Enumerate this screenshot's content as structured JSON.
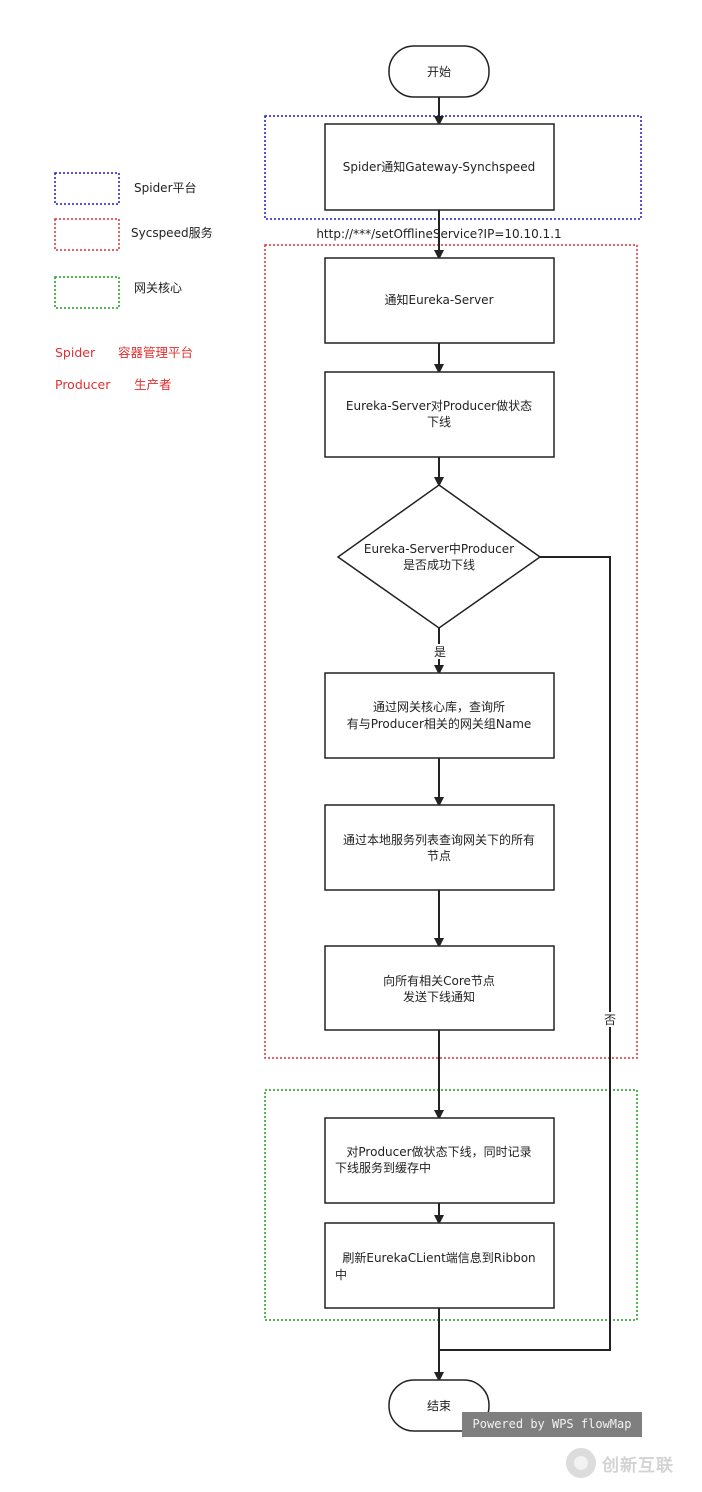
{
  "legend": {
    "spider_platform": "Spider平台",
    "sycspeed_service": "Sycspeed服务",
    "gateway_core": "网关核心",
    "spider_term": "Spider",
    "spider_desc": "容器管理平台",
    "producer_term": "Producer",
    "producer_desc": "生产者"
  },
  "flow": {
    "start": "开始",
    "end": "结束",
    "step_notify_gateway": "Spider通知Gateway-Synchspeed",
    "url_label": "http://***/setOfflineService?IP=10.10.1.1",
    "step_notify_eureka": "通知Eureka-Server",
    "step_eureka_offline_1": "Eureka-Server对Producer做状态",
    "step_eureka_offline_2": "下线",
    "decision_1": "Eureka-Server中Producer",
    "decision_2": "是否成功下线",
    "yes_label": "是",
    "no_label": "否",
    "step_query_groups_1": "通过网关核心库，查询所",
    "step_query_groups_2": "有与Producer相关的网关组Name",
    "step_query_nodes_1": "通过本地服务列表查询网关下的所有",
    "step_query_nodes_2": "节点",
    "step_send_notice_1": "向所有相关Core节点",
    "step_send_notice_2": "发送下线通知",
    "step_record_cache_1": "对Producer做状态下线，同时记录",
    "step_record_cache_2": "下线服务到缓存中",
    "step_refresh_ribbon_1": "刷新EurekaCLient端信息到Ribbon",
    "step_refresh_ribbon_2": "中"
  },
  "colors": {
    "spider_blue": "#1a1ad6",
    "sycspeed_red": "#e03030",
    "gateway_green": "#1aa01a",
    "line": "#222222"
  },
  "watermark": "Powered by WPS flowMap",
  "brand_text": "创新互联"
}
